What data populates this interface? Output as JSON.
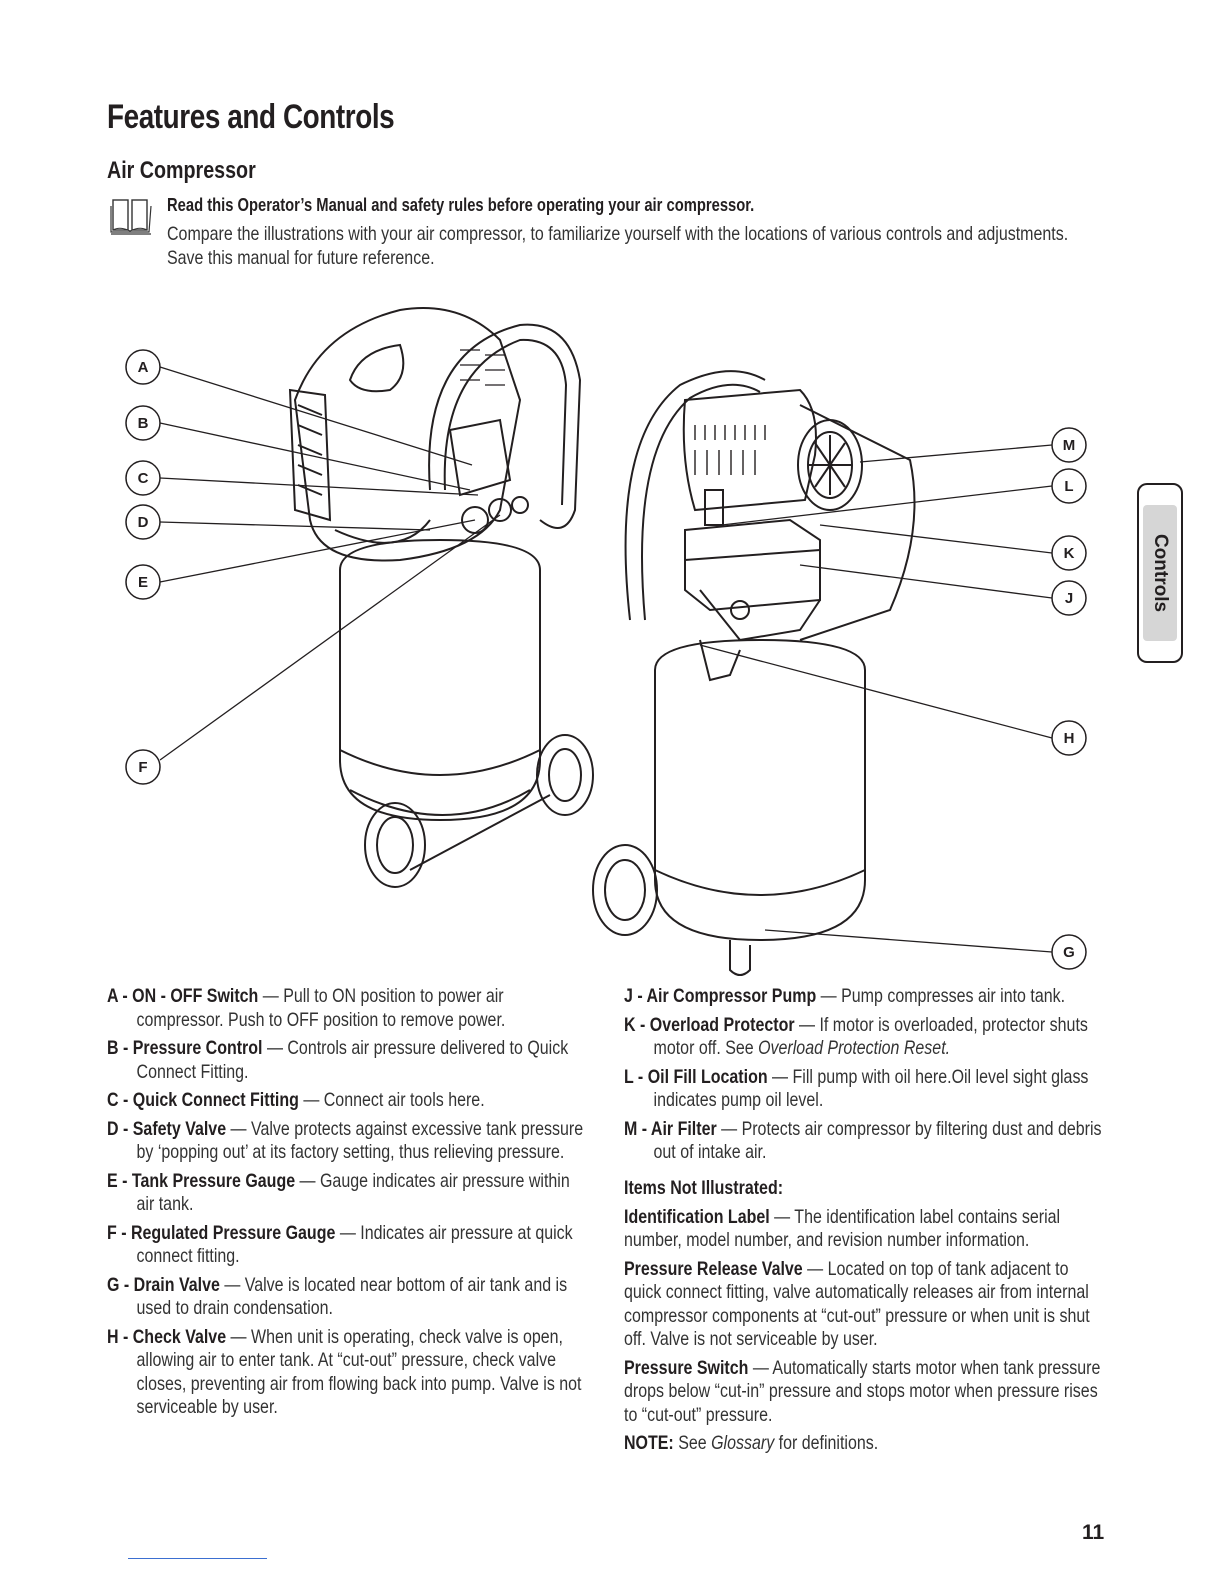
{
  "page": {
    "title": "Features and Controls",
    "section_title": "Air Compressor",
    "intro_bold": "Read this Operator’s Manual and safety rules before operating your air compressor.",
    "intro_text": "Compare the illustrations with your air compressor, to familiarize yourself with the locations of various controls and adjustments. Save this manual for future reference.",
    "side_tab": "Controls",
    "page_number": "11"
  },
  "diagram": {
    "callouts": [
      "A",
      "B",
      "C",
      "D",
      "E",
      "F",
      "G",
      "H",
      "J",
      "K",
      "L",
      "M"
    ]
  },
  "definitions_left": [
    {
      "key": "A - ON - OFF Switch",
      "text": "Pull to ON position to power air compressor. Push to OFF position to remove power."
    },
    {
      "key": "B - Pressure Control",
      "text": "Controls air pressure delivered to Quick Connect Fitting."
    },
    {
      "key": "C - Quick Connect Fitting",
      "text": "Connect air tools here."
    },
    {
      "key": "D - Safety Valve",
      "text": "Valve protects against excessive tank pressure by ‘popping out’ at its factory setting, thus relieving pressure."
    },
    {
      "key": "E - Tank Pressure Gauge",
      "text": "Gauge indicates air pressure within air tank."
    },
    {
      "key": "F - Regulated Pressure Gauge",
      "text": "Indicates air pressure at quick connect fitting."
    },
    {
      "key": "G - Drain Valve",
      "text": "Valve is located near bottom of air tank and is used to drain condensation."
    },
    {
      "key": "H - Check Valve",
      "text": "When unit is operating, check valve is open, allowing air to enter tank. At “cut-out” pressure, check valve closes, preventing air from flowing back into pump. Valve is not serviceable by user."
    }
  ],
  "definitions_right": [
    {
      "key": "J - Air Compressor Pump",
      "text": "Pump compresses air into tank."
    },
    {
      "key": "K - Overload Protector",
      "text": "If motor is overloaded, protector shuts motor off. See",
      "italic": "Overload Protection Reset."
    },
    {
      "key": "L - Oil Fill Location",
      "text": "Fill pump with oil here.Oil level sight glass indicates pump oil level."
    },
    {
      "key": "M - Air Filter",
      "text": "Protects air compressor by filtering dust and debris out of intake air."
    }
  ],
  "not_illustrated": {
    "heading": "Items Not Illustrated:",
    "items": [
      {
        "key": "Identification Label",
        "text": "The identification label contains serial number, model number, and revision number information."
      },
      {
        "key": "Pressure Release Valve",
        "text": "Located on top of tank adjacent to quick connect fitting, valve automatically releases air from internal compressor components at “cut-out” pressure or when unit is shut off. Valve is not serviceable by user."
      },
      {
        "key": "Pressure Switch",
        "text": "Automatically starts motor when tank pressure drops below “cut-in” pressure and stops motor when pressure rises to “cut-out” pressure."
      }
    ],
    "note_label": "NOTE:",
    "note_text": "See",
    "note_italic": "Glossary",
    "note_tail": "for definitions."
  },
  "dash": "—"
}
